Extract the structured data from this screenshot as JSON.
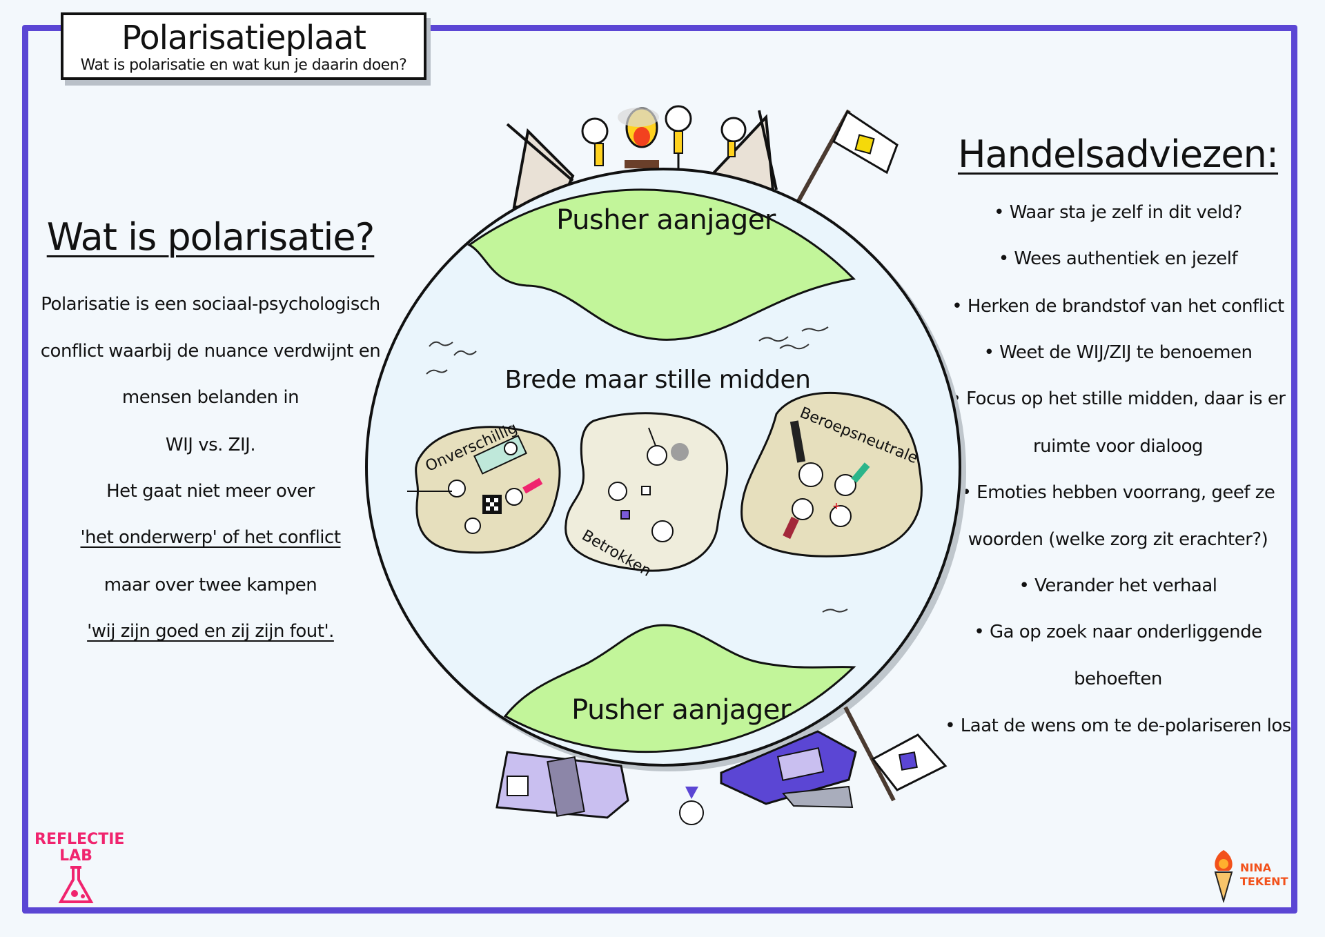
{
  "header": {
    "title": "Polarisatieplaat",
    "subtitle": "Wat is polarisatie en wat kun je daarin doen?"
  },
  "left": {
    "heading": "Wat is polarisatie?",
    "lines": [
      "Polarisatie is een sociaal-psychologisch",
      "conflict waarbij de nuance verdwijnt en",
      "mensen belanden in",
      "WIJ vs. ZIJ.",
      "Het gaat niet meer over",
      "'het onderwerp' of het conflict",
      "maar over twee kampen",
      "'wij zijn goed en zij zijn fout'."
    ]
  },
  "right": {
    "heading": "Handelsadviezen:",
    "lines": [
      "• Waar sta je zelf in dit veld?",
      "• Wees authentiek en jezelf",
      "• Herken de brandstof van het conflict",
      "• Weet de WIJ/ZIJ te benoemen",
      "• Focus op het stille midden, daar is er",
      "ruimte voor dialoog",
      "• Emoties hebben voorrang, geef ze",
      "woorden (welke zorg zit erachter?)",
      "• Verander het verhaal",
      "• Ga op zoek naar onderliggende",
      "behoeften",
      "• Laat de wens om te de-polariseren los"
    ]
  },
  "globe": {
    "top_label": "Pusher aanjager",
    "bottom_label": "Pusher aanjager",
    "middle_label": "Brede maar stille midden",
    "groups": [
      "Onverschillig",
      "Betrokken",
      "Beroepsneutrale"
    ]
  },
  "logos": {
    "lab_line1": "REFLECTIE",
    "lab_line2": "LAB",
    "nina_line1": "NINA",
    "nina_line2": "TEKENT"
  },
  "colors": {
    "frame": "#5b46d4",
    "green": "#c2f59a",
    "globe": "#eaf5fc",
    "blob": "#e6dfbd",
    "top_flag_square": "#f5d90a",
    "bottom_flag_square": "#5b46d4"
  }
}
